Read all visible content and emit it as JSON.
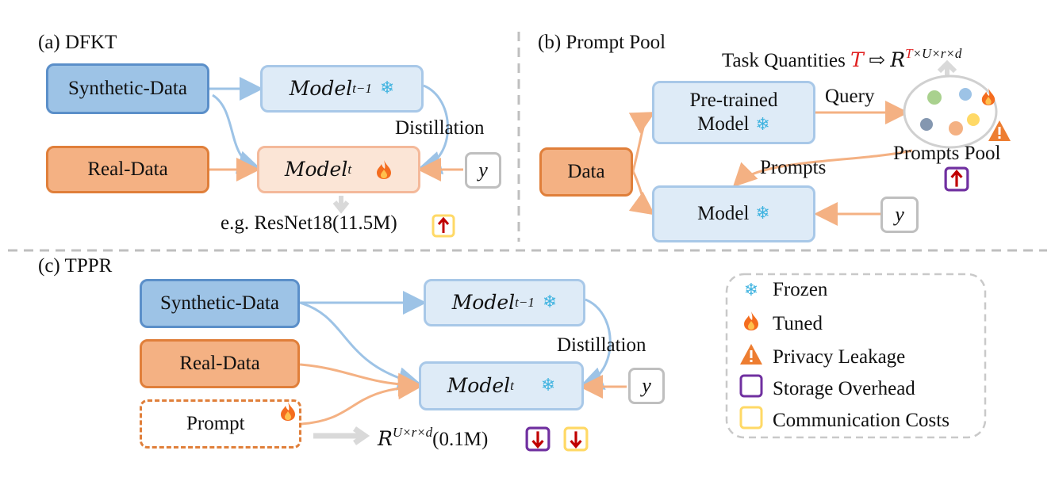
{
  "panel_a": {
    "title": "(a) DFKT",
    "synthetic": "Synthetic-Data",
    "real": "Real-Data",
    "model_prev": "Model",
    "model_prev_sub": "t−1",
    "model_cur": "Model",
    "model_cur_sub": "t",
    "distillation": "Distillation",
    "y": "y",
    "example": "e.g. ResNet18(11.5M)"
  },
  "panel_b": {
    "title": "(b) Prompt Pool",
    "task_quantities": "Task Quantities",
    "task_T": "T",
    "task_arrow": "⇨",
    "task_R": "R",
    "task_sup_T": "T",
    "task_sup_rest": "×U×r×d",
    "data": "Data",
    "pretrained_line1": "Pre-trained",
    "pretrained_line2": "Model",
    "model": "Model",
    "query": "Query",
    "prompts": "Prompts",
    "prompts_pool": "Prompts Pool",
    "y": "y"
  },
  "panel_c": {
    "title": "(c) TPPR",
    "synthetic": "Synthetic-Data",
    "real": "Real-Data",
    "prompt": "Prompt",
    "model_prev": "Model",
    "model_prev_sub": "t−1",
    "model_cur": "Model",
    "model_cur_sub": "t",
    "distillation": "Distillation",
    "y": "y",
    "size_R": "R",
    "size_sup": "U×r×d",
    "size_val": "(0.1M)"
  },
  "legend": {
    "frozen": "Frozen",
    "tuned": "Tuned",
    "privacy": "Privacy Leakage",
    "storage": "Storage Overhead",
    "communication": "Communication Costs"
  },
  "icons": {
    "frozen": "snowflake-icon",
    "tuned": "flame-icon",
    "privacy": "warning-icon",
    "storage": "storage-box-icon",
    "communication": "communication-box-icon",
    "up": "arrow-up-icon",
    "down": "arrow-down-icon"
  },
  "colors": {
    "blue_dark": "#9dc3e6",
    "blue_light": "#deebf7",
    "orange": "#f4b183",
    "orange_light": "#fbe5d6",
    "storage": "#7030a0",
    "communication": "#ffd966",
    "red_arrow": "#c00000",
    "task_red": "#e02020"
  }
}
